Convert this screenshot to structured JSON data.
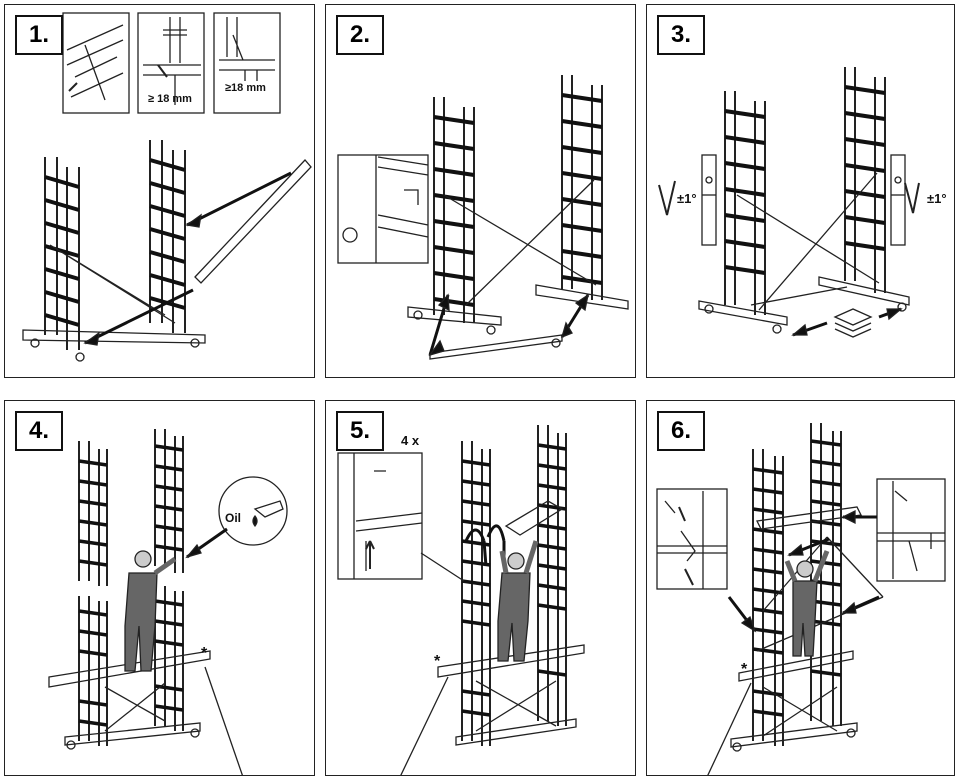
{
  "steps": [
    {
      "number": "1."
    },
    {
      "number": "2."
    },
    {
      "number": "3."
    },
    {
      "number": "4."
    },
    {
      "number": "5."
    },
    {
      "number": "6."
    }
  ],
  "step1": {
    "gap_label_left": "≥ 18 mm",
    "gap_label_right": "≥18 mm"
  },
  "step3": {
    "tilt_left": "±1°",
    "tilt_right": "±1°"
  },
  "step4": {
    "oil_label": "Oil",
    "star": "*"
  },
  "step5": {
    "count_label": "4 x",
    "star": "*"
  },
  "step6": {
    "star": "*"
  }
}
